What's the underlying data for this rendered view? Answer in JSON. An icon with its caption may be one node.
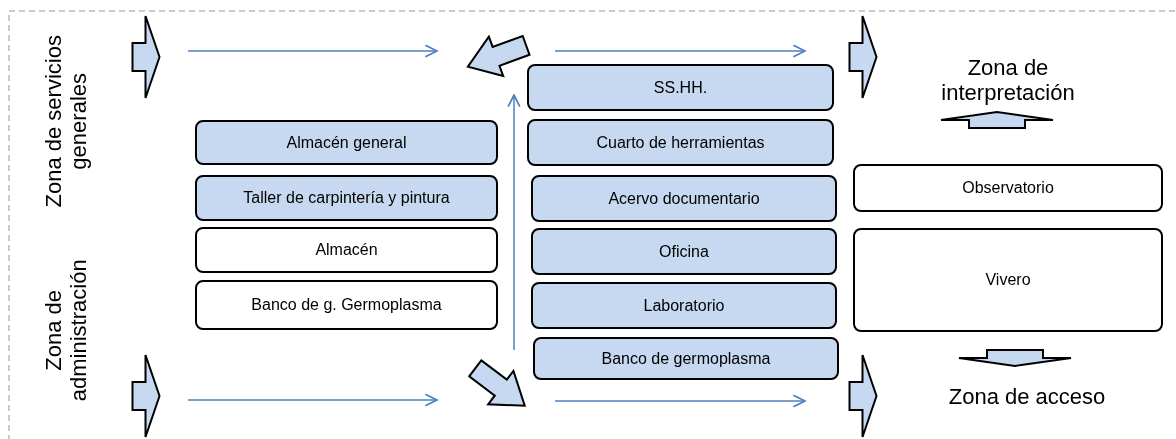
{
  "diagram": {
    "nodes": [
      {
        "text": [
          "Almacén general"
        ]
      },
      {
        "text": [
          "Taller de carpintería y pintura"
        ]
      },
      {
        "text": [
          "Almacén"
        ]
      },
      {
        "text": [
          "Banco de g. Germoplasma"
        ]
      },
      {
        "text": [
          "SS.HH."
        ]
      },
      {
        "text": [
          "Cuarto de herramientas"
        ]
      },
      {
        "text": [
          "Acervo documentario"
        ]
      },
      {
        "text": [
          "Oficina"
        ]
      },
      {
        "text": [
          "Laboratorio"
        ]
      },
      {
        "text": [
          "Banco de germoplasma"
        ]
      },
      {
        "text": [
          "Observatorio"
        ]
      },
      {
        "text": [
          "Vivero"
        ]
      }
    ],
    "labels": [
      "Zona de servicios generales",
      "Zona de administración",
      "Zona de interpretación",
      "Zona de acceso"
    ]
  }
}
